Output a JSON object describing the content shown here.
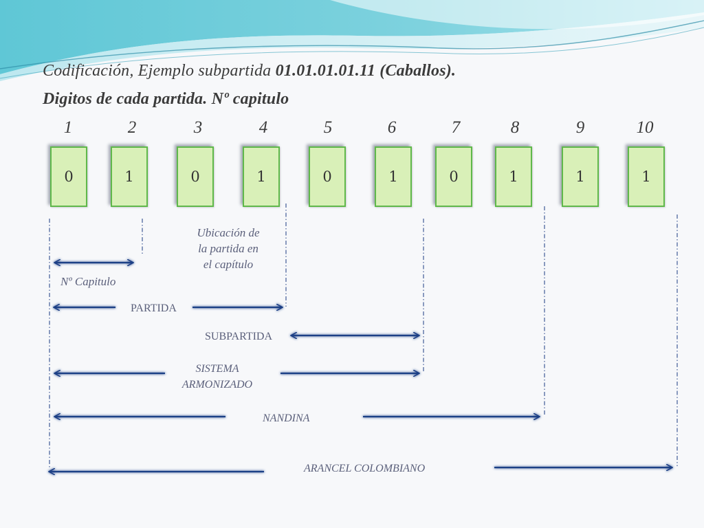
{
  "title": {
    "line1_prefix": "Codificación, Ejemplo subpartida ",
    "line1_code": "01.01.01.01.11 (Caballos).",
    "line2": "Digitos de cada partida. Nº capitulo"
  },
  "positions": [
    "1",
    "2",
    "3",
    "4",
    "5",
    "6",
    "7",
    "8",
    "9",
    "10"
  ],
  "digits": [
    "0",
    "1",
    "0",
    "1",
    "0",
    "1",
    "0",
    "1",
    "1",
    "1"
  ],
  "labels": {
    "capitulo": "Nº Capitulo",
    "ubicacion": "Ubicación de la partida en el capítulo",
    "partida": "PARTIDA",
    "subpartida": "SUBPARTIDA",
    "sistema": "SISTEMA ARMONIZADO",
    "nandina": "NANDINA",
    "arancel": "ARANCEL COLOMBIANO"
  },
  "colors": {
    "box_fill": "#d9f0b8",
    "box_border": "#5fb84a",
    "arrow": "#1f3f86",
    "label": "#5a5f7a"
  }
}
